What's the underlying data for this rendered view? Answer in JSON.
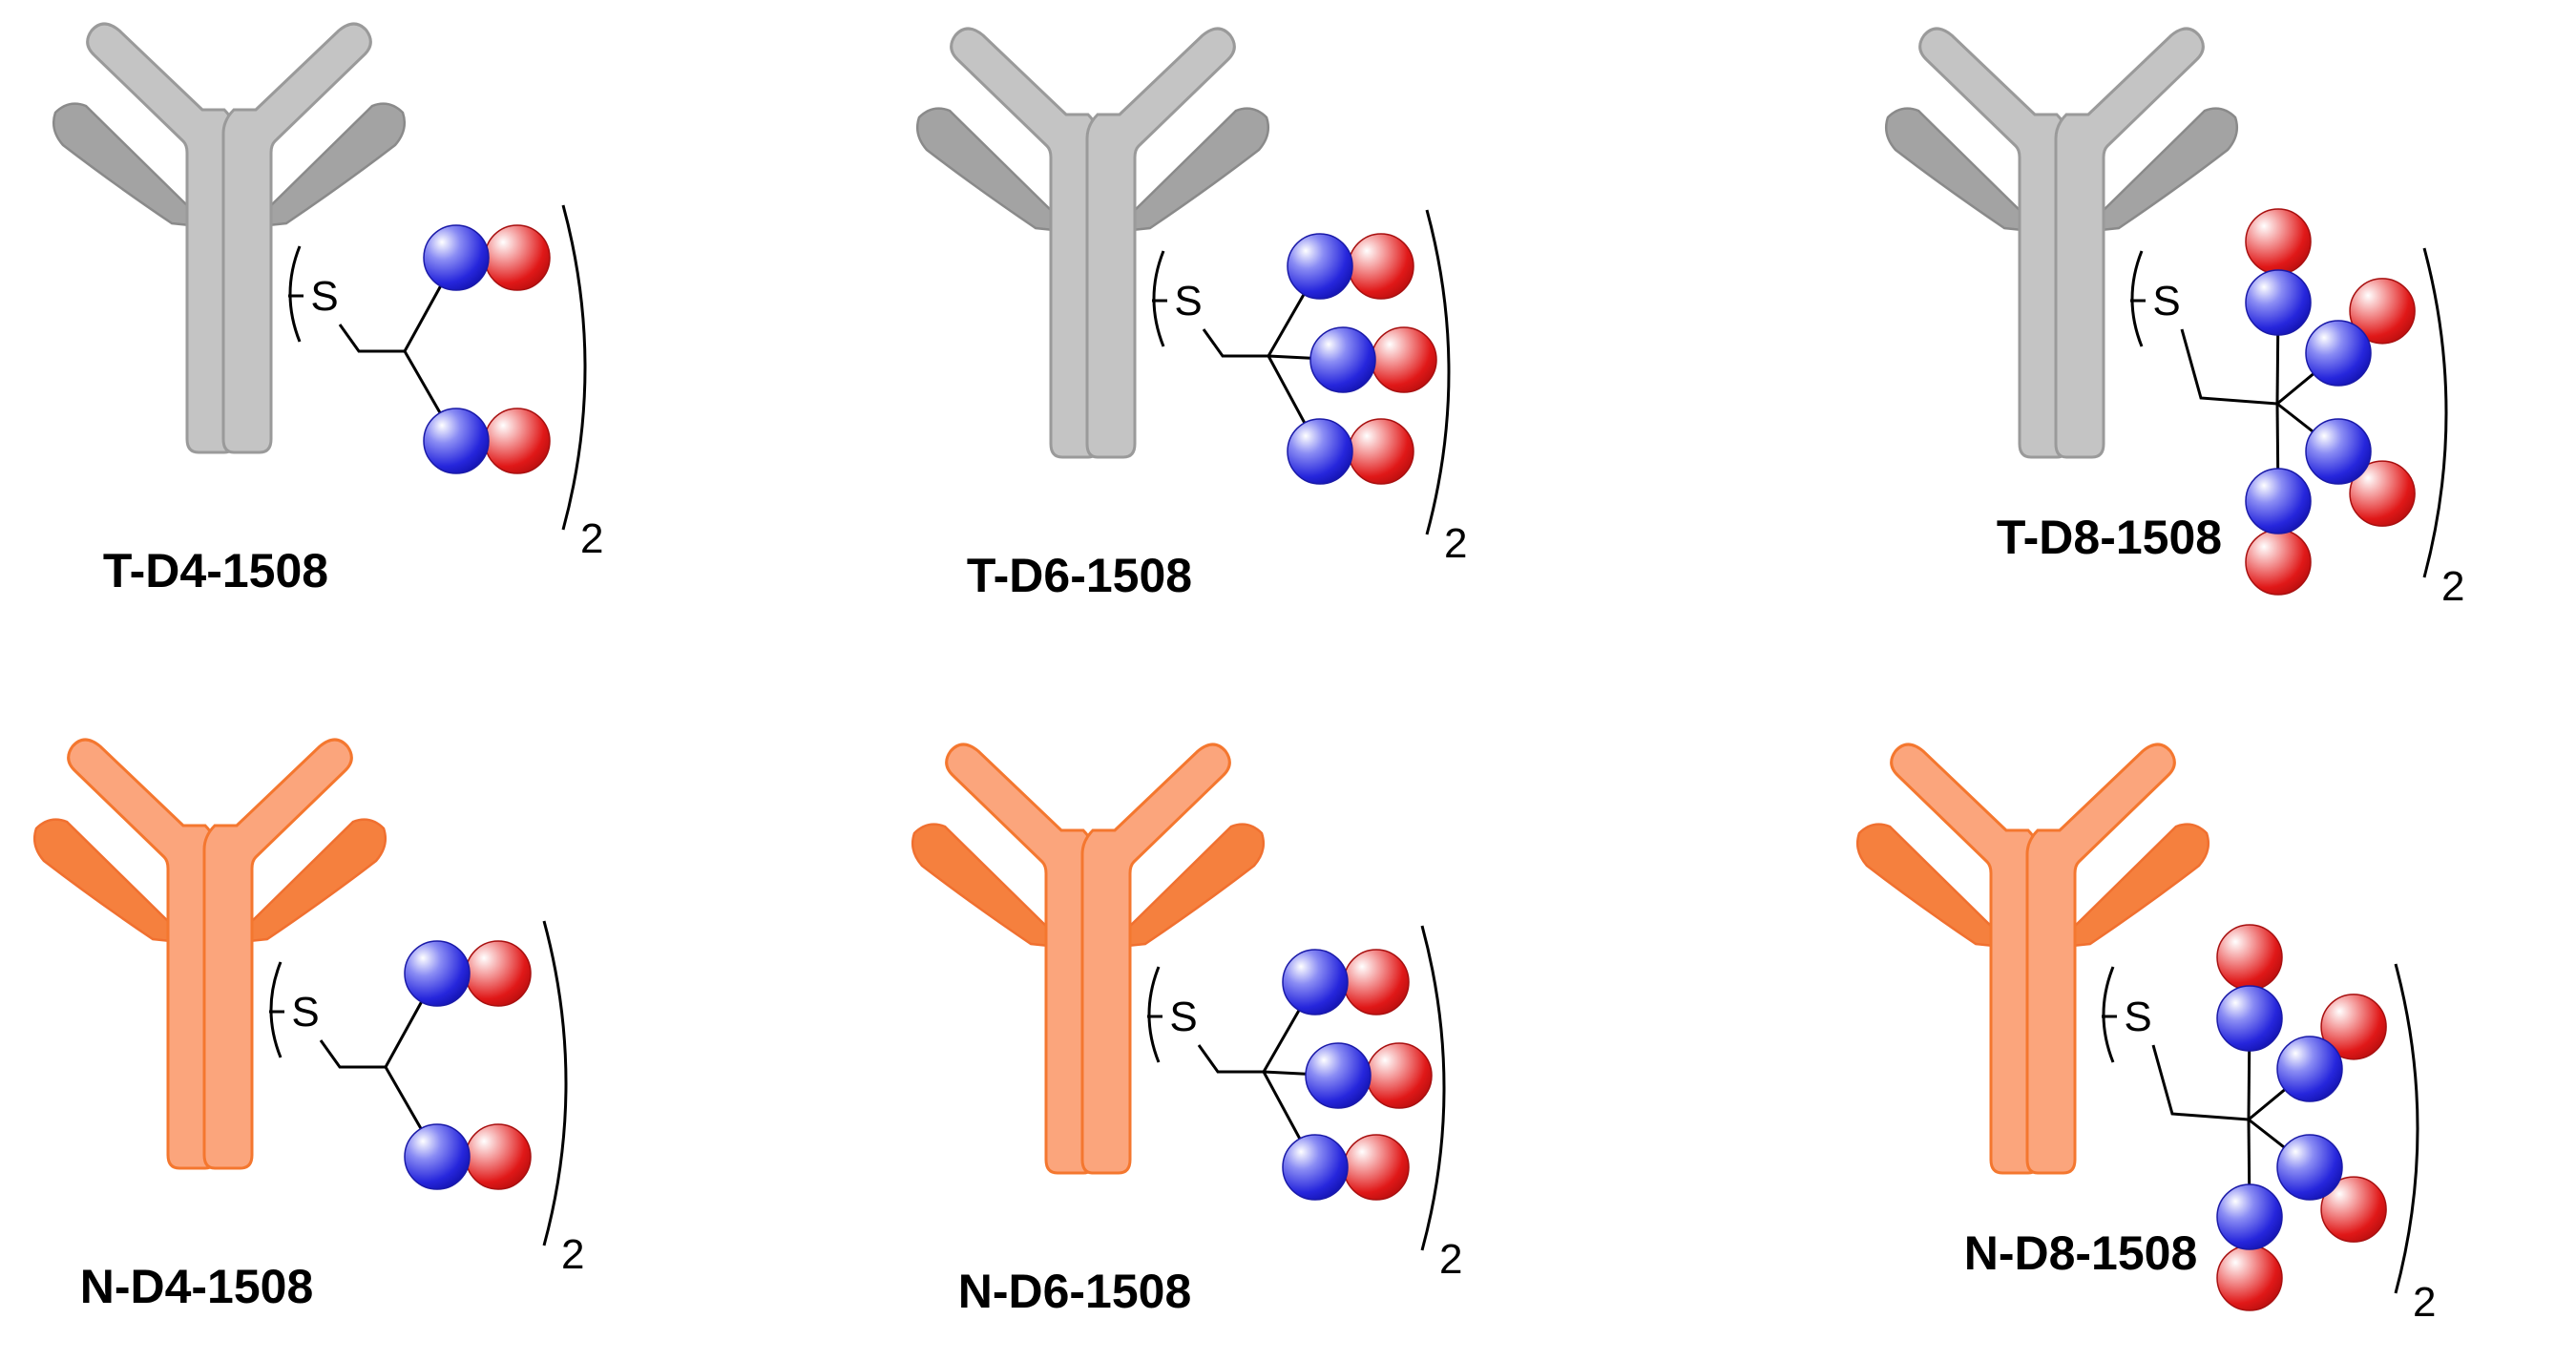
{
  "panels": [
    {
      "id": "t-d4",
      "label": "T-D4-1508",
      "antibody": "T",
      "arms": 2,
      "multiplier": "2",
      "sulfur": "S"
    },
    {
      "id": "t-d6",
      "label": "T-D6-1508",
      "antibody": "T",
      "arms": 3,
      "multiplier": "2",
      "sulfur": "S"
    },
    {
      "id": "t-d8",
      "label": "T-D8-1508",
      "antibody": "T",
      "arms": 4,
      "multiplier": "2",
      "sulfur": "S"
    },
    {
      "id": "n-d4",
      "label": "N-D4-1508",
      "antibody": "N",
      "arms": 2,
      "multiplier": "2",
      "sulfur": "S"
    },
    {
      "id": "n-d6",
      "label": "N-D6-1508",
      "antibody": "N",
      "arms": 3,
      "multiplier": "2",
      "sulfur": "S"
    },
    {
      "id": "n-d8",
      "label": "N-D8-1508",
      "antibody": "N",
      "arms": 4,
      "multiplier": "2",
      "sulfur": "S"
    }
  ],
  "colors": {
    "T": {
      "heavy_fill": "#c4c4c4",
      "heavy_stroke": "#9a9a9a",
      "light_fill": "#a3a3a3",
      "light_stroke": "#8a8a8a"
    },
    "N": {
      "heavy_fill": "#fba57c",
      "heavy_stroke": "#f4772f",
      "light_fill": "#f5803e",
      "light_stroke": "#f07030"
    },
    "bead_blue": "#2a2ae0",
    "bead_red": "#e21a1a"
  }
}
